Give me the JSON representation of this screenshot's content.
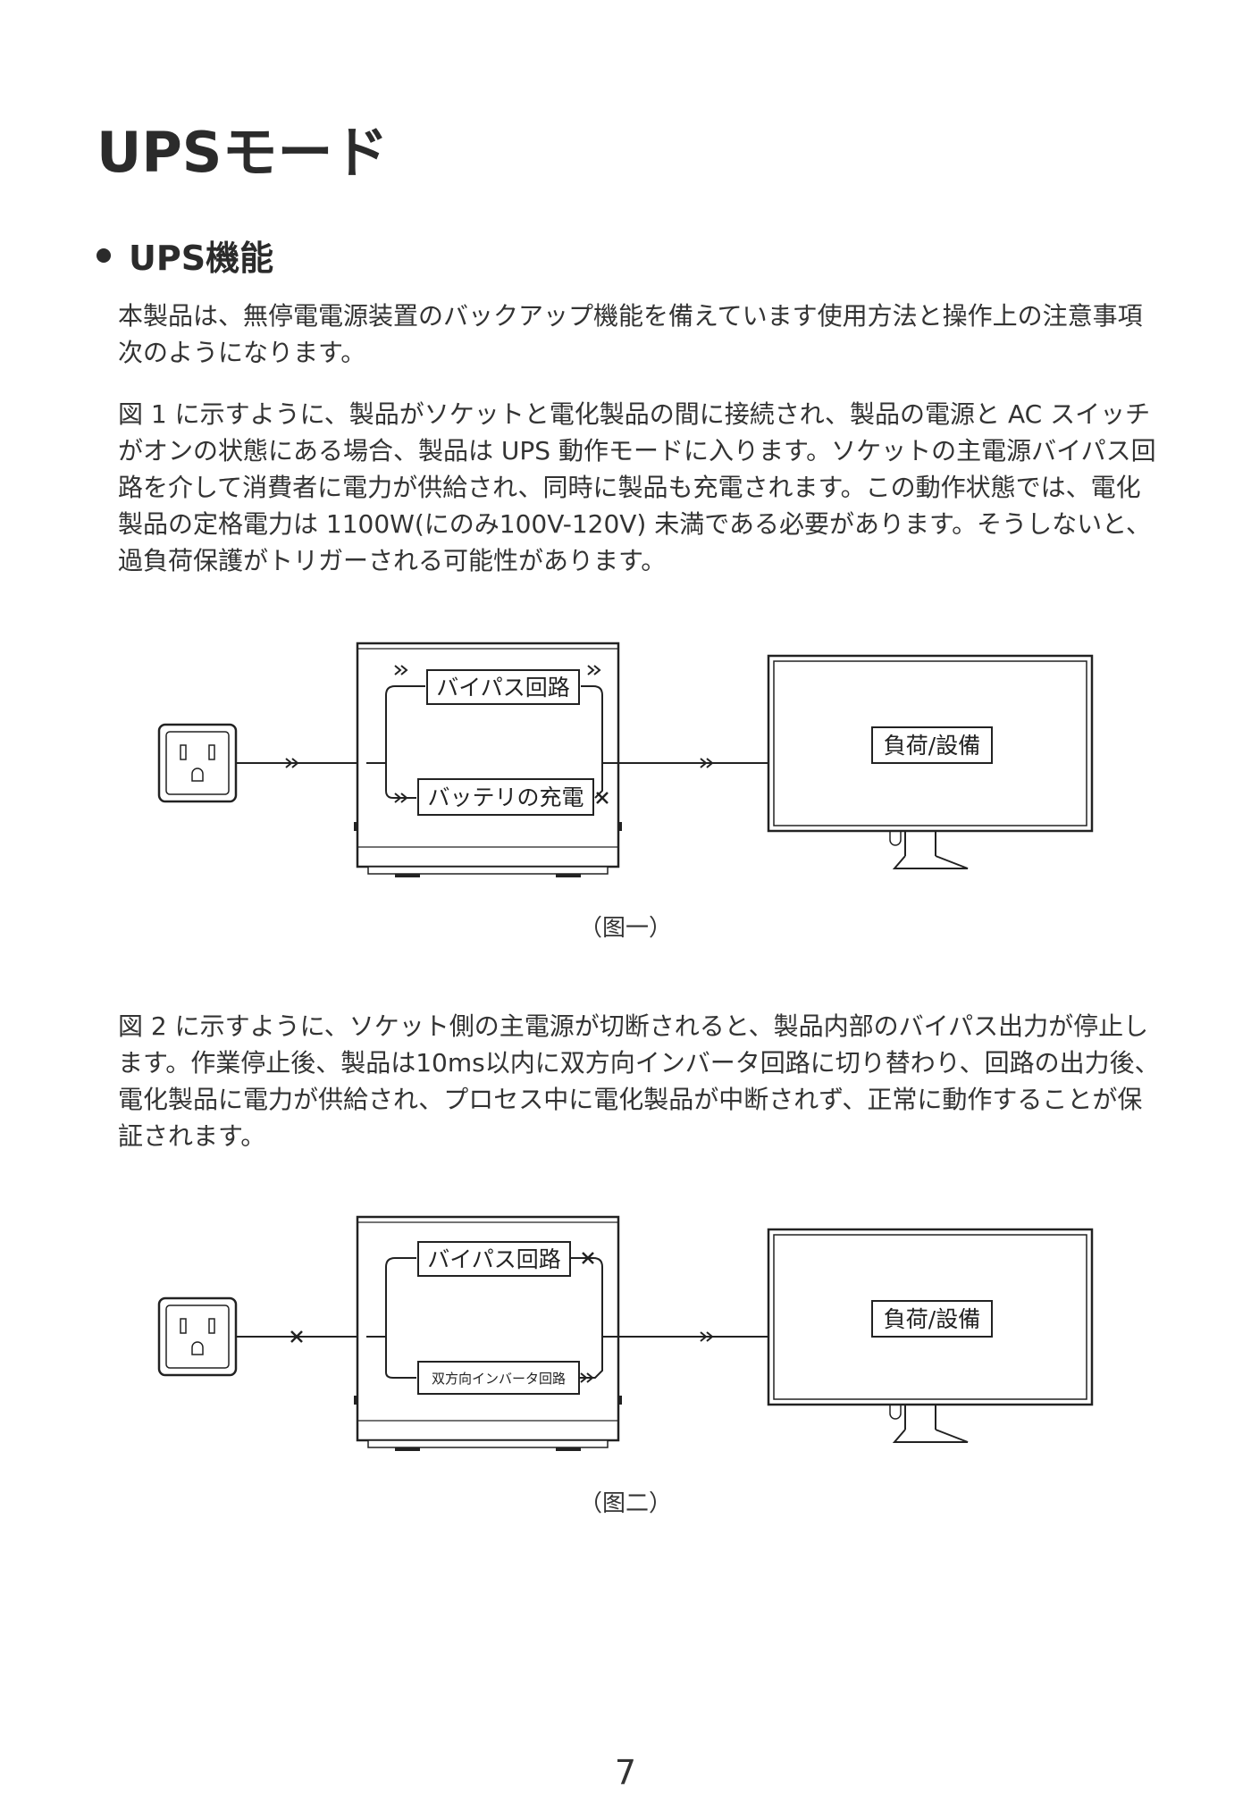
{
  "page": {
    "title": "UPSモード",
    "section_heading": "UPS機能",
    "paragraph1": "本製品は、無停電電源装置のバックアップ機能を備えています使用方法と操作上の注意事項次のようになります。",
    "paragraph2": "図 1 に示すように、製品がソケットと電化製品の間に接続され、製品の電源と AC スイッチがオンの状態にある場合、製品は UPS 動作モードに入ります。ソケットの主電源バイパス回路を介して消費者に電力が供給され、同時に製品も充電されます。この動作状態では、電化製品の定格電力は 1100W(にのみ100V-120V) 未満である必要があります。そうしないと、過負荷保護がトリガーされる可能性があります。",
    "paragraph3": "図 2 に示すように、ソケット側の主電源が切断されると、製品内部のバイパス出力が停止します。作業停止後、製品は10ms以内に双方向インバータ回路に切り替わり、回路の出力後、電化製品に電力が供給され、プロセス中に電化製品が中断されず、正常に動作することが保証されます。",
    "page_number": "7"
  },
  "figure1": {
    "bypass_label": "バイパス回路",
    "lower_label": "バッテリの充電",
    "load_label": "負荷/設備",
    "caption": "（图一）"
  },
  "figure2": {
    "bypass_label": "バイパス回路",
    "lower_label": "双方向インバータ回路",
    "load_label": "負荷/設備",
    "caption": "（图二）"
  },
  "icons": {
    "flow_arrow": "double-chevron-icon",
    "blocked": "x-mark-icon",
    "source": "wall-outlet-icon",
    "device": "ups-unit-icon",
    "load": "monitor-icon"
  }
}
